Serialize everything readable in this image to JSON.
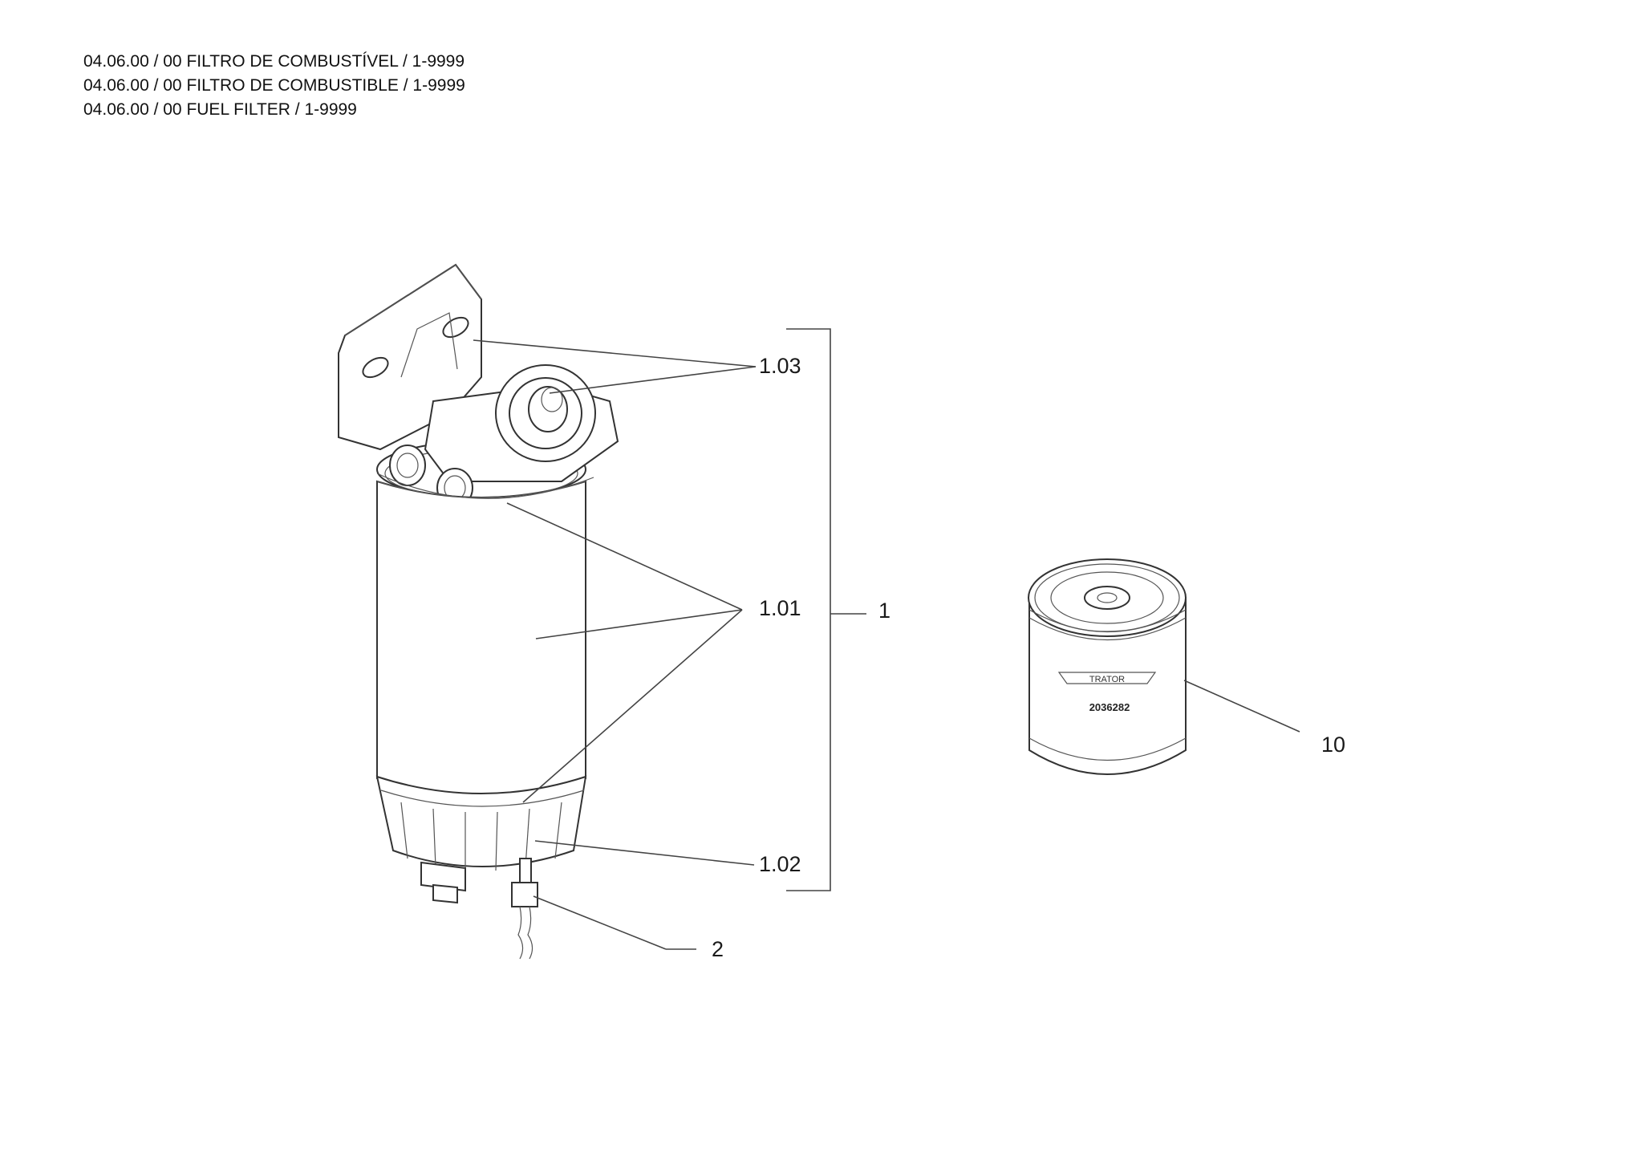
{
  "header": {
    "line_pt": "04.06.00 / 00 FILTRO DE COMBUSTÍVEL / 1-9999",
    "line_es": "04.06.00 / 00 FILTRO DE COMBUSTIBLE / 1-9999",
    "line_en": "04.06.00 / 00 FUEL FILTER / 1-9999"
  },
  "callouts": {
    "c1_03": "1.03",
    "c1_01": "1.01",
    "c1": "1",
    "c1_02": "1.02",
    "c2": "2",
    "c10": "10"
  },
  "filter_label": {
    "brand": "TRATOR",
    "part_number": "2036282"
  }
}
